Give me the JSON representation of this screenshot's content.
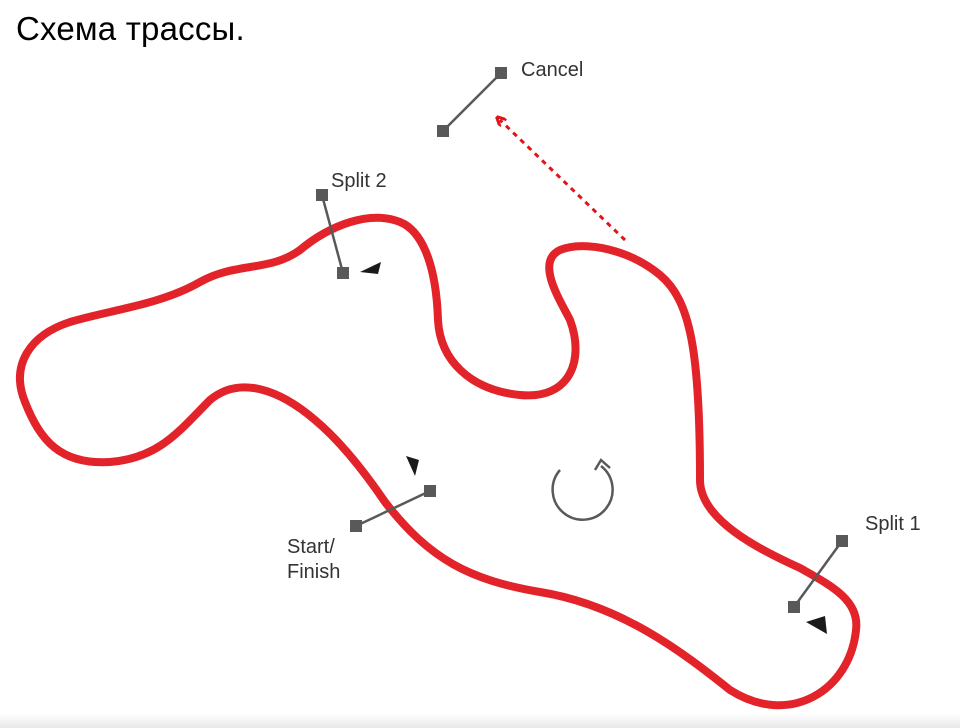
{
  "title": "Схема трассы.",
  "labels": {
    "cancel": "Cancel",
    "split_2": "Split 2",
    "split_1": "Split 1",
    "start_finish_line1": "Start/",
    "start_finish_line2": "Finish"
  },
  "colors": {
    "track": "#e2232a",
    "marker": "#595959",
    "direction_arrow": "#1a1a1a",
    "cancel_arrow": "#e0141b",
    "rotation_icon": "#595959",
    "text": "#000000",
    "label_text": "#333333"
  },
  "icons": {
    "rotation": "clockwise-rotation-icon",
    "cancel_path": "dotted-arrow-icon"
  }
}
